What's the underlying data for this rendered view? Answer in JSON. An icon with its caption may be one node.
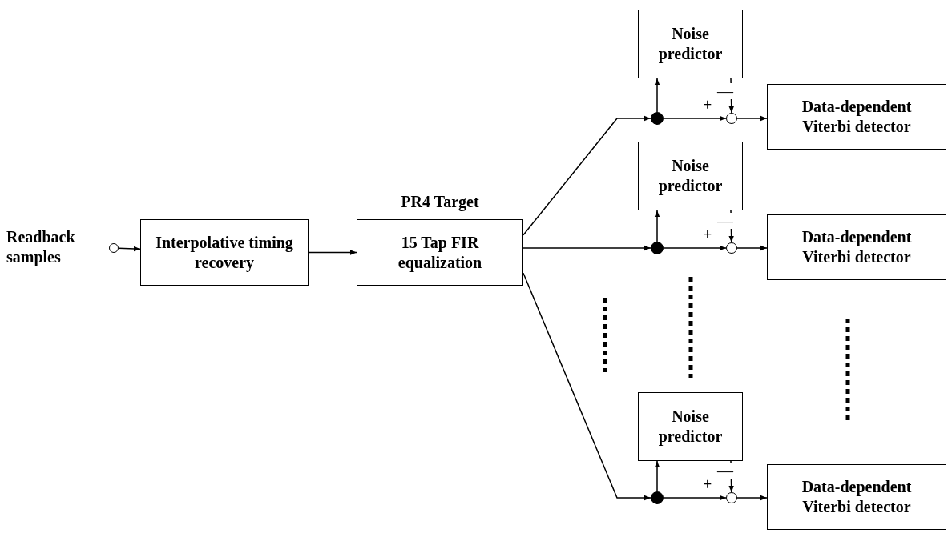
{
  "diagram": {
    "nodes": [
      {
        "text": [],
        "shape": "circle",
        "beside": [
          "Readback samples"
        ]
      },
      {
        "text": [
          "Interpolative timing recovery"
        ]
      },
      {
        "text": [
          "15 Tap FIR equalization"
        ],
        "beside": [
          "PR4 Target"
        ]
      },
      {
        "text": [],
        "shape": "dot"
      },
      {
        "text": [
          "Noise predictor"
        ]
      },
      {
        "text": [],
        "shape": "circle"
      },
      {
        "text": [
          "Data-dependent Viterbi detector"
        ]
      },
      {
        "text": [],
        "shape": "dot"
      },
      {
        "text": [
          "Noise predictor"
        ]
      },
      {
        "text": [],
        "shape": "circle"
      },
      {
        "text": [
          "Data-dependent Viterbi detector"
        ]
      },
      {
        "text": [],
        "shape": "dot"
      },
      {
        "text": [
          "Noise predictor"
        ]
      },
      {
        "text": [],
        "shape": "circle"
      },
      {
        "text": [
          "Data-dependent Viterbi detector"
        ]
      }
    ],
    "edges": [
      {
        "from": 0,
        "to": 1,
        "arrow": "to"
      },
      {
        "from": 1,
        "to": 2,
        "arrow": "to"
      },
      {
        "from": 2,
        "to": 3,
        "arrow": "to"
      },
      {
        "from": 3,
        "to": 4,
        "arrow": "to"
      },
      {
        "from": 3,
        "to": 5,
        "arrow": "to",
        "label": "+"
      },
      {
        "from": 4,
        "to": 5,
        "arrow": "to",
        "label": "—"
      },
      {
        "from": 5,
        "to": 6,
        "arrow": "to"
      },
      {
        "from": 2,
        "to": 7,
        "arrow": "to"
      },
      {
        "from": 7,
        "to": 8,
        "arrow": "to"
      },
      {
        "from": 7,
        "to": 9,
        "arrow": "to",
        "label": "+"
      },
      {
        "from": 8,
        "to": 9,
        "arrow": "to",
        "label": "—"
      },
      {
        "from": 9,
        "to": 10,
        "arrow": "to"
      },
      {
        "from": 2,
        "to": 11,
        "arrow": "to"
      },
      {
        "from": 11,
        "to": 12,
        "arrow": "to"
      },
      {
        "from": 11,
        "to": 13,
        "arrow": "to",
        "label": "+"
      },
      {
        "from": 12,
        "to": 13,
        "arrow": "to",
        "label": "—"
      },
      {
        "from": 13,
        "to": 14,
        "arrow": "to"
      }
    ]
  }
}
